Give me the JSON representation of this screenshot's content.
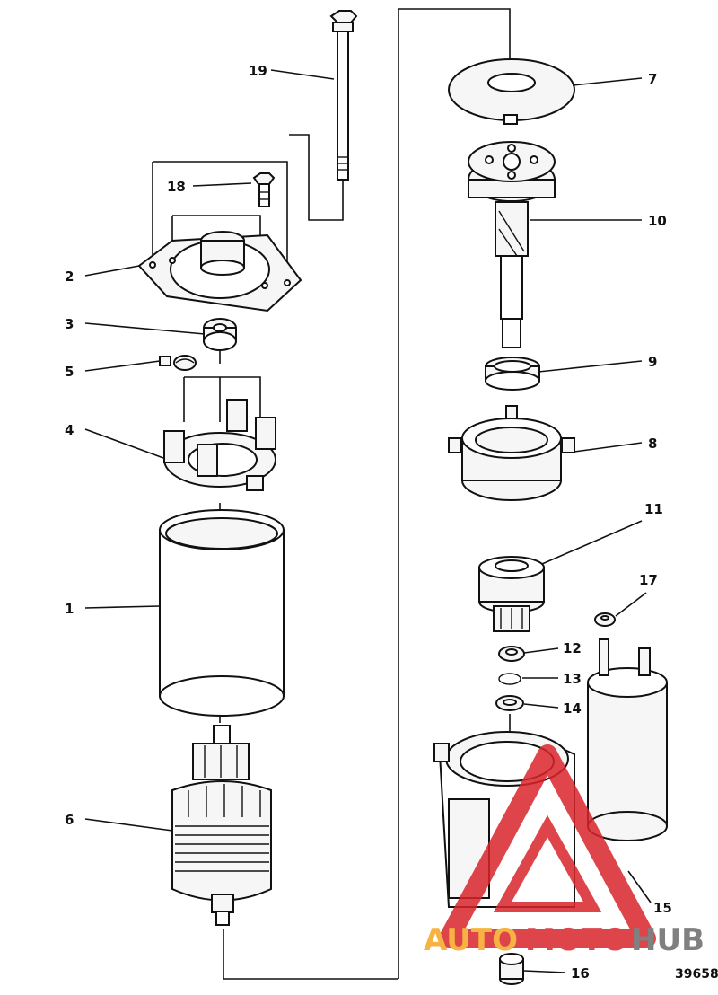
{
  "callouts": [
    {
      "id": "1",
      "text": "1"
    },
    {
      "id": "2",
      "text": "2"
    },
    {
      "id": "3",
      "text": "3"
    },
    {
      "id": "4",
      "text": "4"
    },
    {
      "id": "5",
      "text": "5"
    },
    {
      "id": "6",
      "text": "6"
    },
    {
      "id": "7",
      "text": "7"
    },
    {
      "id": "8",
      "text": "8"
    },
    {
      "id": "9",
      "text": "9"
    },
    {
      "id": "10",
      "text": "10"
    },
    {
      "id": "11",
      "text": "11"
    },
    {
      "id": "12",
      "text": "12"
    },
    {
      "id": "13",
      "text": "13"
    },
    {
      "id": "14",
      "text": "14"
    },
    {
      "id": "15",
      "text": "15"
    },
    {
      "id": "16",
      "text": "16"
    },
    {
      "id": "17",
      "text": "17"
    },
    {
      "id": "18",
      "text": "18"
    },
    {
      "id": "19",
      "text": "19"
    }
  ],
  "figure_number": "39658",
  "watermark": {
    "part1": "AUTO",
    "part2": "MOTO",
    "part3": "HUB"
  },
  "colors": {
    "line": "#111111",
    "watermark_red": "#d9252b",
    "watermark_orange": "#f5a623",
    "watermark_gray": "#6b6b6b"
  }
}
